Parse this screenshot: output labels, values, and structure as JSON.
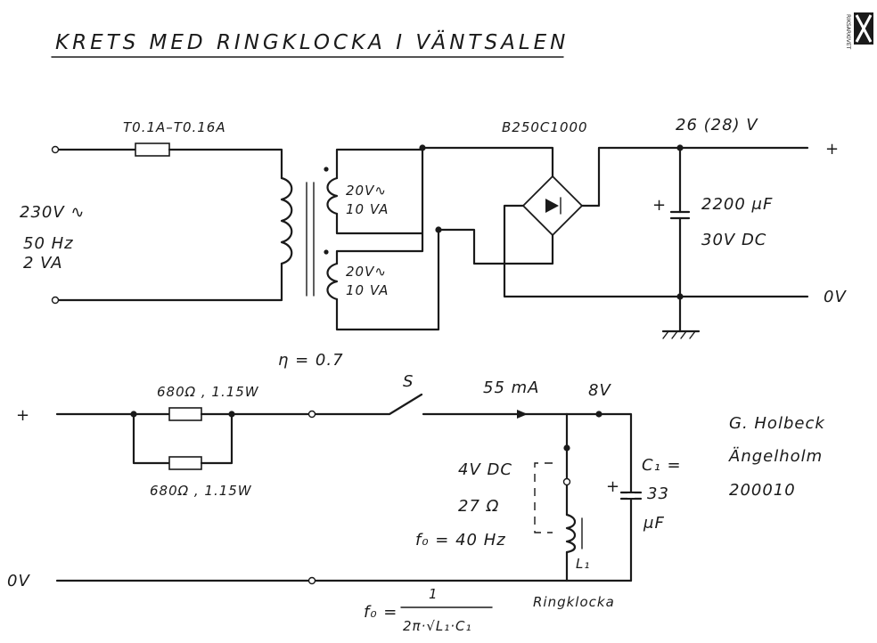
{
  "title": "KRETS MED RINGKLOCKA I VÄNTSALEN",
  "logo_text": "RIKSARKIVET",
  "fuse_label": "T0.1A–T0.16A",
  "mains": {
    "voltage": "230V ∿",
    "frequency": "50 Hz",
    "power": "2 VA"
  },
  "secondary_1": {
    "voltage": "20V∿",
    "power": "10 VA"
  },
  "secondary_2": {
    "voltage": "20V∿",
    "power": "10 VA"
  },
  "efficiency": "η = 0.7",
  "rectifier_label": "B250C1000",
  "output_voltage": "26 (28) V",
  "plus_label": "+",
  "zero_label": "0V",
  "capacitor_main": {
    "polarity": "+",
    "value": "2200 μF",
    "rating": "30V DC"
  },
  "resistor_1": "680Ω , 1.15W",
  "resistor_2": "680Ω , 1.15W",
  "switch_label": "S",
  "current_label": "55 mA",
  "voltage_8v": "8V",
  "bell": {
    "voltage": "4V DC",
    "resistance": "27 Ω",
    "frequency": "f₀ = 40 Hz",
    "inductor": "L₁",
    "name": "Ringklocka"
  },
  "capacitor_c1": {
    "polarity": "+",
    "name": "C₁ =",
    "value": "33",
    "unit": "μF"
  },
  "formula": {
    "lhs": "f₀ =",
    "numerator": "1",
    "denominator": "2π·√L₁·C₁"
  },
  "signature": {
    "name": "G. Holbeck",
    "place": "Ängelholm",
    "date": "200010"
  }
}
